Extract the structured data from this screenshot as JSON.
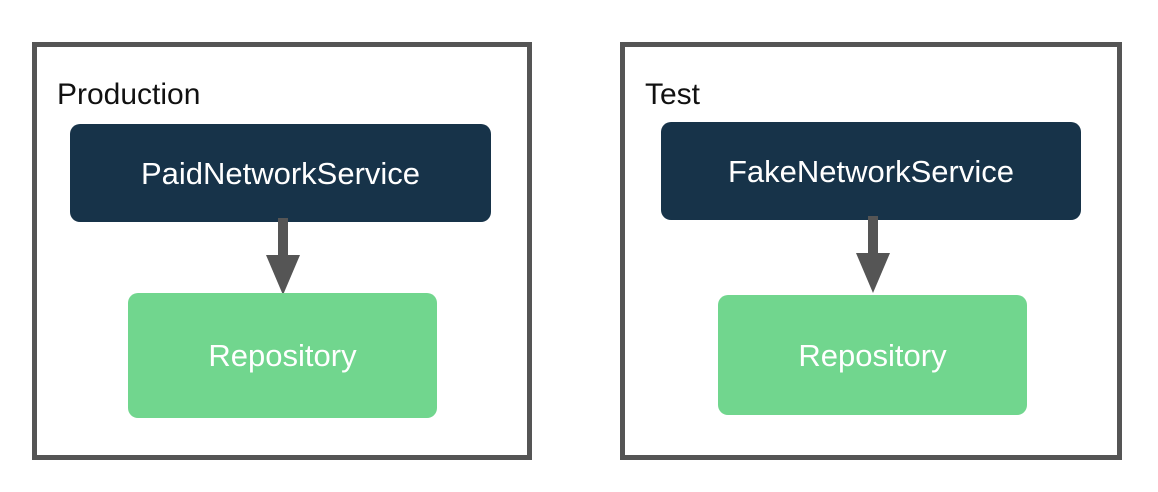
{
  "diagram": {
    "title_hidden": "",
    "colors": {
      "container_border": "#555555",
      "service_fill": "#173349",
      "repository_fill": "#71d68e",
      "arrow": "#555555",
      "background": "#ffffff",
      "label_text": "#111111",
      "node_text": "#ffffff"
    },
    "panels": [
      {
        "id": "production",
        "label": "Production",
        "nodes": [
          {
            "id": "paid-network-service",
            "label": "PaidNetworkService",
            "role": "service"
          },
          {
            "id": "repository",
            "label": "Repository",
            "role": "repository"
          }
        ],
        "edges": [
          {
            "from": "PaidNetworkService",
            "to": "Repository",
            "style": "solid-arrow",
            "direction": "down"
          }
        ]
      },
      {
        "id": "test",
        "label": "Test",
        "nodes": [
          {
            "id": "fake-network-service",
            "label": "FakeNetworkService",
            "role": "service"
          },
          {
            "id": "repository",
            "label": "Repository",
            "role": "repository"
          }
        ],
        "edges": [
          {
            "from": "FakeNetworkService",
            "to": "Repository",
            "style": "solid-arrow",
            "direction": "down"
          }
        ]
      }
    ]
  }
}
